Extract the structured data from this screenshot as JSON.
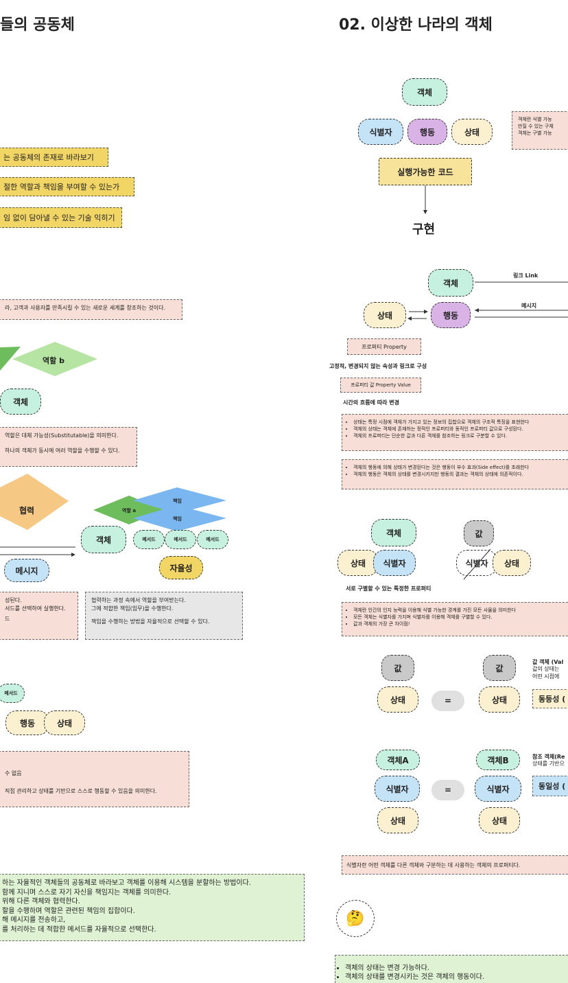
{
  "left": {
    "title": "들의 공동체",
    "yellow_bars": [
      "는 공동체의 존재로 바라보기",
      "절한 역할과 책임을 부여할 수 있는가",
      "임 없이 담아낼 수 있는 기술 익히기"
    ],
    "pink_intro": "라, 고객과 사용자를 만족시킬 수 있는 새로운 세계를 창조하는 것이다.",
    "role_b": "역할 b",
    "object": "객체",
    "role_notes": [
      "역할은 대체 가능성(Substitutable)을 의미한다.",
      "하나의 객체가 동시에 여러 역할을 수행할 수 있다."
    ],
    "collab": "협력",
    "role_a": "역할 a",
    "resp1": "책임",
    "resp2": "책임",
    "object2": "객체",
    "methods": [
      "메서드",
      "메서드",
      "메서드"
    ],
    "message": "메시지",
    "autonomy": "자율성",
    "note_mid_left": [
      "성된다.",
      "서드를 선택하여 실행한다.",
      "드"
    ],
    "note_mid_right": [
      "협력하는 과정 속에서 역할을 부여받는다.",
      "그에 적합한 책임(임무)을 수행한다.",
      "책임을 수행하는 방법을 자율적으로 선택할 수 있다."
    ],
    "method_small": "메서드",
    "behavior": "행동",
    "state": "상태",
    "pink_lower": [
      "수 없음",
      "직접 관리하고 상태를 기반으로 스스로 행동할 수 있음을 의미한다."
    ],
    "summary": [
      "하는 자율적인 객체들의 공동체로 바라보고 객체를 이용해 시스템을 분할하는 방법이다.",
      "함께 지니며 스스로 자기 자신을 책임지는 객체를 의미한다.",
      "위해 다른 객체와 협력한다.",
      "할을 수행하며 역할은 관련된 책임의 집합이다.",
      "해 메시지를 전송하고,",
      "를 처리하는 데 적합한 메서드를 자율적으로 선택한다."
    ]
  },
  "right": {
    "title": "02. 이상한 나라의 객체",
    "d1": {
      "object": "객체",
      "identifier": "식별자",
      "behavior": "행동",
      "state": "상태",
      "code": "실행가능한 코드",
      "impl": "구현",
      "note": [
        "객체란 식별 가능",
        "만질 수 있는 구체",
        "객체는 구별 가능"
      ]
    },
    "d2": {
      "object": "객체",
      "state": "상태",
      "behavior": "행동",
      "link": "링크 Link",
      "message": "메시지",
      "property": "프로퍼티 Property",
      "property_desc": "고정적, 변경되지 않는 속성과 링크로 구성",
      "property_value": "프로퍼티 값 Property Value",
      "property_value_desc": "시간의 흐름에 따라 변경"
    },
    "note_state": [
      "상태는 특정 시점에 객체가 가지고 있는 정보의 집합으로 객체의 구조적 특징을 표현한다",
      "객체의 상태는 객체에 존재하는 정적인 프로퍼티와 동적인 프로퍼티 값으로 구성된다.",
      "객체의 프로퍼티는 단순한 값과 다른 객체를 참조하는 링크로 구분할 수 있다."
    ],
    "note_side": [
      "객체의 행동에 의해 상태가 변경된다는 것은 행동이 부수 효과(Side effect)를 초래한다",
      "객체의 행동은 객체의 상태를 변경시키지만 행동의 결과는 객체의 상태에 의존적이다."
    ],
    "d3": {
      "object": "객체",
      "state": "상태",
      "identifier": "식별자",
      "value": "값",
      "identifier2": "식별자",
      "state2": "상태",
      "caption": "서로 구별할 수 있는 특정한 프로퍼티"
    },
    "note_identity": [
      "객체란 인간의 인지 능력을 이용해 식별 가능한 경계를 가진 모든 사물을 의미한다",
      "모든 객체는 식별자를 가지며 식별자를 이용해 객체를 구별할 수 있다.",
      "값과 객체의 가장 큰 차이점!"
    ],
    "d4": {
      "value1": "값",
      "value2": "값",
      "state1": "상태",
      "state2": "상태",
      "eq": "=",
      "value_obj": [
        "값 객체 (Val",
        "값의 상태는 ",
        "어떤 시점에 "
      ],
      "equality": "동등성 ("
    },
    "d5": {
      "objA": "객체A",
      "objB": "객체B",
      "id1": "식별자",
      "id2": "식별자",
      "state1": "상태",
      "state2": "상태",
      "eq": "=",
      "ref_obj": [
        "참조 객체(Re",
        "상태를 기반으"
      ],
      "identity": "동일성 ("
    },
    "note_idprop": "식별자란 어떤 객체를 다른 객체와 구분하는 데 사용하는 객체의 프로퍼티다.",
    "emoji": "🤔",
    "bottom": [
      "객체의 상태는 변경 가능하다.",
      "객체의 상태를 변경시키는 것은 객체의 행동이다."
    ]
  }
}
